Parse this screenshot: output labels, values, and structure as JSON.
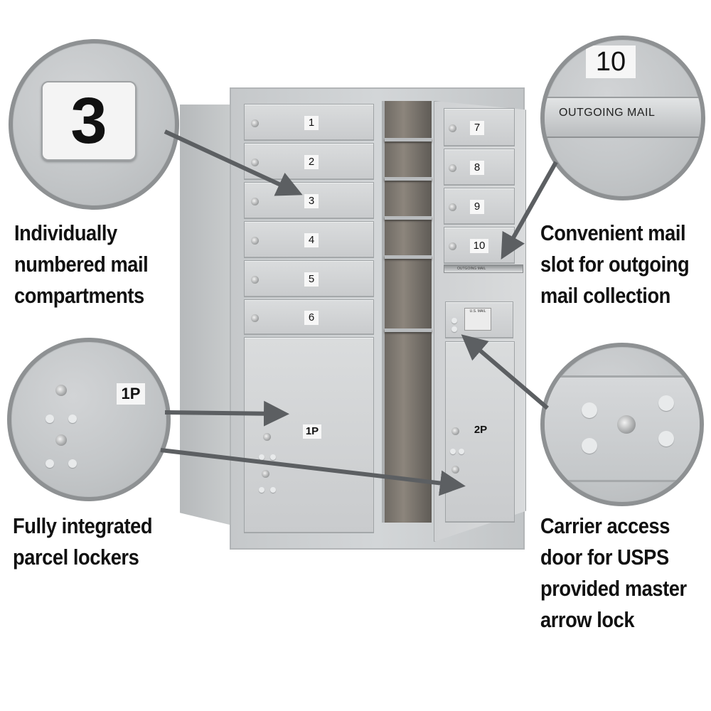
{
  "colors": {
    "caption_text": "#111111",
    "metal": "#cfd2d4",
    "arrow": "#5c5f62",
    "circle_border": "#8e9193"
  },
  "captions": {
    "compartments": [
      "Individually",
      "numbered mail",
      "compartments"
    ],
    "outgoing": [
      "Convenient mail",
      "slot for outgoing",
      "mail collection"
    ],
    "parcel": [
      "Fully integrated",
      "parcel lockers"
    ],
    "carrier": [
      "Carrier access",
      "door for USPS",
      "provided master",
      "arrow lock"
    ]
  },
  "zoom": {
    "number_tag": "3",
    "outgoing_number": "10",
    "outgoing_label": "OUTGOING MAIL",
    "parcel_tag": "1P"
  },
  "mailbox": {
    "left_doors": [
      "1",
      "2",
      "3",
      "4",
      "5",
      "6"
    ],
    "right_doors": [
      "7",
      "8",
      "9",
      "10"
    ],
    "left_parcel": "1P",
    "right_parcel": "2P",
    "outgoing_slot_label": "OUTGOING MAIL",
    "usps_plate": "U.S. MAIL"
  },
  "icons": [
    "lock-icon",
    "arrow-icon"
  ]
}
